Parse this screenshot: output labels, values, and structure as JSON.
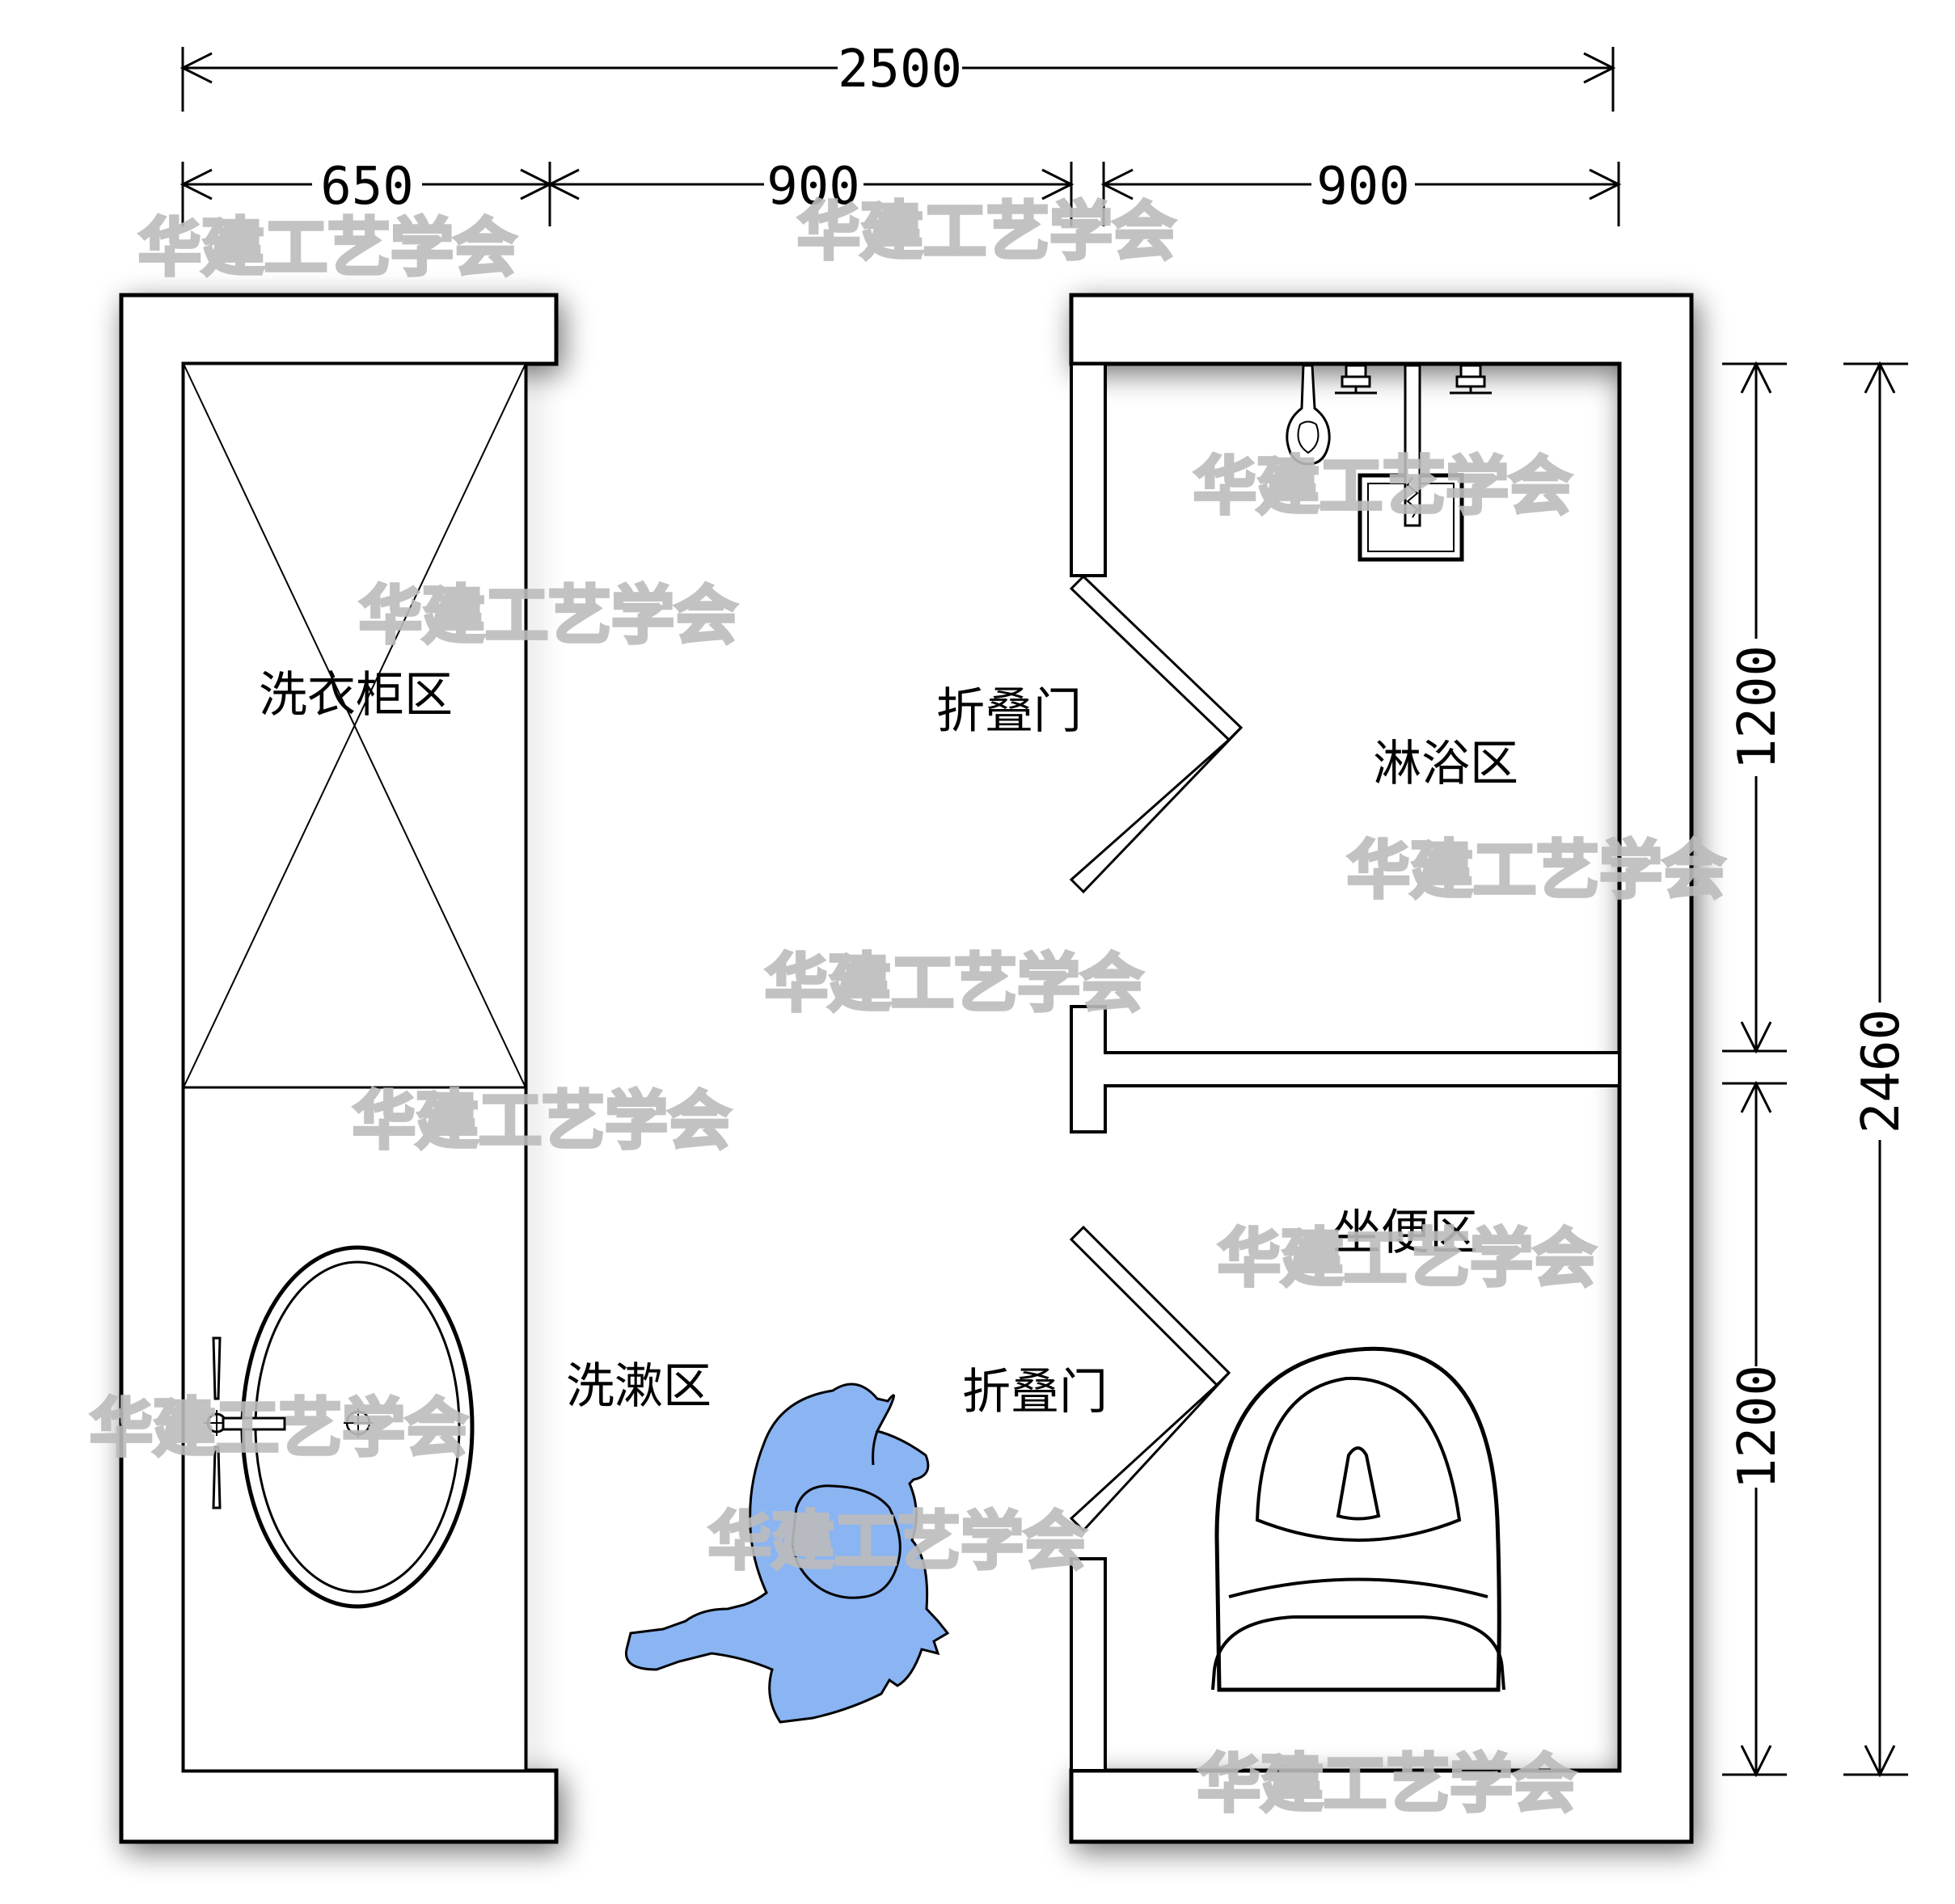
{
  "dimensions": {
    "total_width": "2500",
    "top_segments": [
      "650",
      "900",
      "900"
    ],
    "right_segments": [
      "1200",
      "1200"
    ],
    "total_height": "2460"
  },
  "rooms": {
    "wardrobe": "洗衣柜区",
    "shower": "淋浴区",
    "toilet": "坐便区",
    "washing": "洗漱区"
  },
  "doors": {
    "upper": "折叠门",
    "lower": "折叠门"
  },
  "watermark": "华建工艺学会",
  "colors": {
    "wall_stroke": "#000000",
    "figure_fill": "#8ab4f2"
  }
}
